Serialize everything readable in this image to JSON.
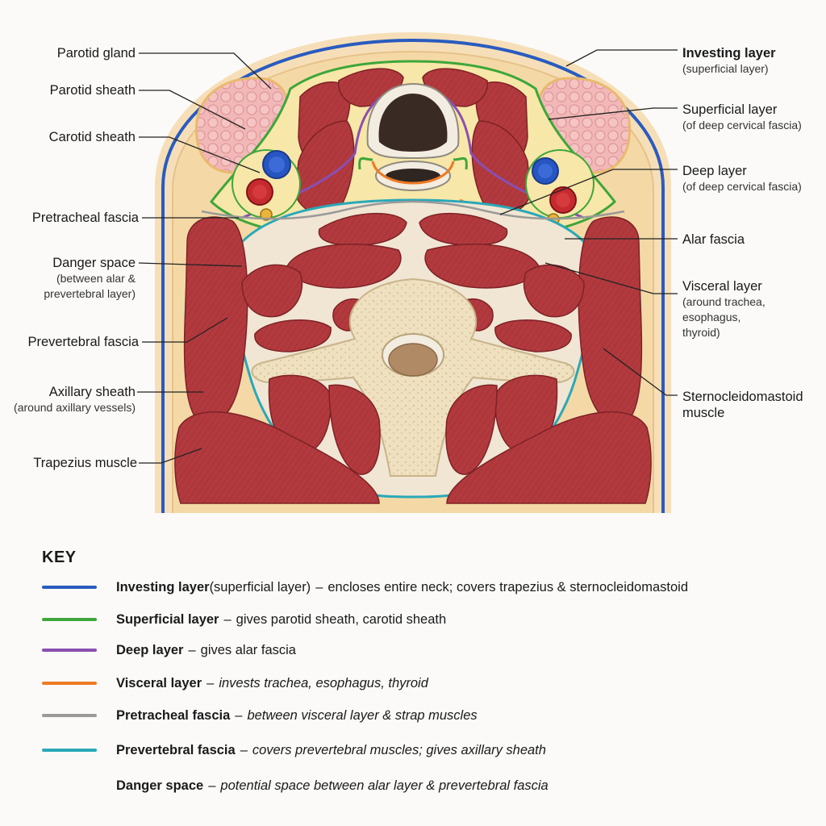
{
  "colors": {
    "investing": "#2a5bbf",
    "superficial": "#3ea63a",
    "deep": "#8a4fb0",
    "visceral": "#ee7a25",
    "pretracheal": "#9a9a9a",
    "prevertebral": "#2aa8b8",
    "muscle": "#b0383c",
    "muscle_edge": "#7e2226",
    "fat": "#f3d9a8",
    "skin": "#f7e4c3",
    "bone": "#f1e6cc",
    "gland": "#f0aeb0",
    "vein": "#2756c2",
    "artery": "#c42a2e",
    "nerve": "#e8b43a"
  },
  "labels_left": [
    {
      "main": "Parotid gland",
      "sub": ""
    },
    {
      "main": "Parotid sheath",
      "sub": ""
    },
    {
      "main": "Carotid sheath",
      "sub": ""
    },
    {
      "main": "Pretracheal fascia",
      "sub": ""
    },
    {
      "main": "Danger space",
      "sub": "(between alar &",
      "sub2": "prevertebral layer)"
    },
    {
      "main": "Prevertebral fascia",
      "sub": ""
    },
    {
      "main": "Axillary sheath",
      "sub": "(around axillary vessels)"
    },
    {
      "main": "Trapezius muscle",
      "sub": ""
    }
  ],
  "labels_right": [
    {
      "main": "Investing layer",
      "sub": "(superficial layer)"
    },
    {
      "main": "Superficial layer",
      "sub": "(of deep cervical fascia)"
    },
    {
      "main": "Deep layer",
      "sub": "(of deep cervical fascia)"
    },
    {
      "main": "Alar fascia",
      "sub": ""
    },
    {
      "main": "Visceral layer",
      "sub": "(around trachea,",
      "sub2": "esophagus,",
      "sub3": "thyroid)"
    },
    {
      "main": "Sternocleidomastoid",
      "sub": "muscle"
    }
  ],
  "key": {
    "title": "KEY",
    "rows": [
      {
        "term": "Investing layer",
        "term_extra": " (superficial layer)",
        "sep": "–",
        "desc": "encloses entire neck; covers trapezius & sternocleidomastoid",
        "italic": false,
        "color_key": "investing"
      },
      {
        "term": "Superficial layer",
        "term_extra": "",
        "sep": "–",
        "desc": "gives parotid sheath, carotid sheath",
        "italic": false,
        "color_key": "superficial"
      },
      {
        "term": "Deep layer",
        "term_extra": "",
        "sep": "–",
        "desc": "gives alar fascia",
        "italic": false,
        "color_key": "deep"
      },
      {
        "term": "Visceral layer",
        "term_extra": "",
        "sep": "–",
        "desc": "invests trachea, esophagus, thyroid",
        "italic": true,
        "color_key": "visceral"
      },
      {
        "term": "Pretracheal fascia",
        "term_extra": "",
        "sep": "–",
        "desc": "between visceral layer & strap muscles",
        "italic": true,
        "color_key": "pretracheal"
      },
      {
        "term": "Prevertebral fascia",
        "term_extra": "",
        "sep": "–",
        "desc": "covers prevertebral muscles; gives axillary sheath",
        "italic": true,
        "color_key": "prevertebral"
      },
      {
        "term": "Danger space",
        "term_extra": "",
        "sep": "–",
        "desc": "potential space between alar layer & prevertebral fascia",
        "italic": true,
        "color_key": ""
      }
    ]
  }
}
